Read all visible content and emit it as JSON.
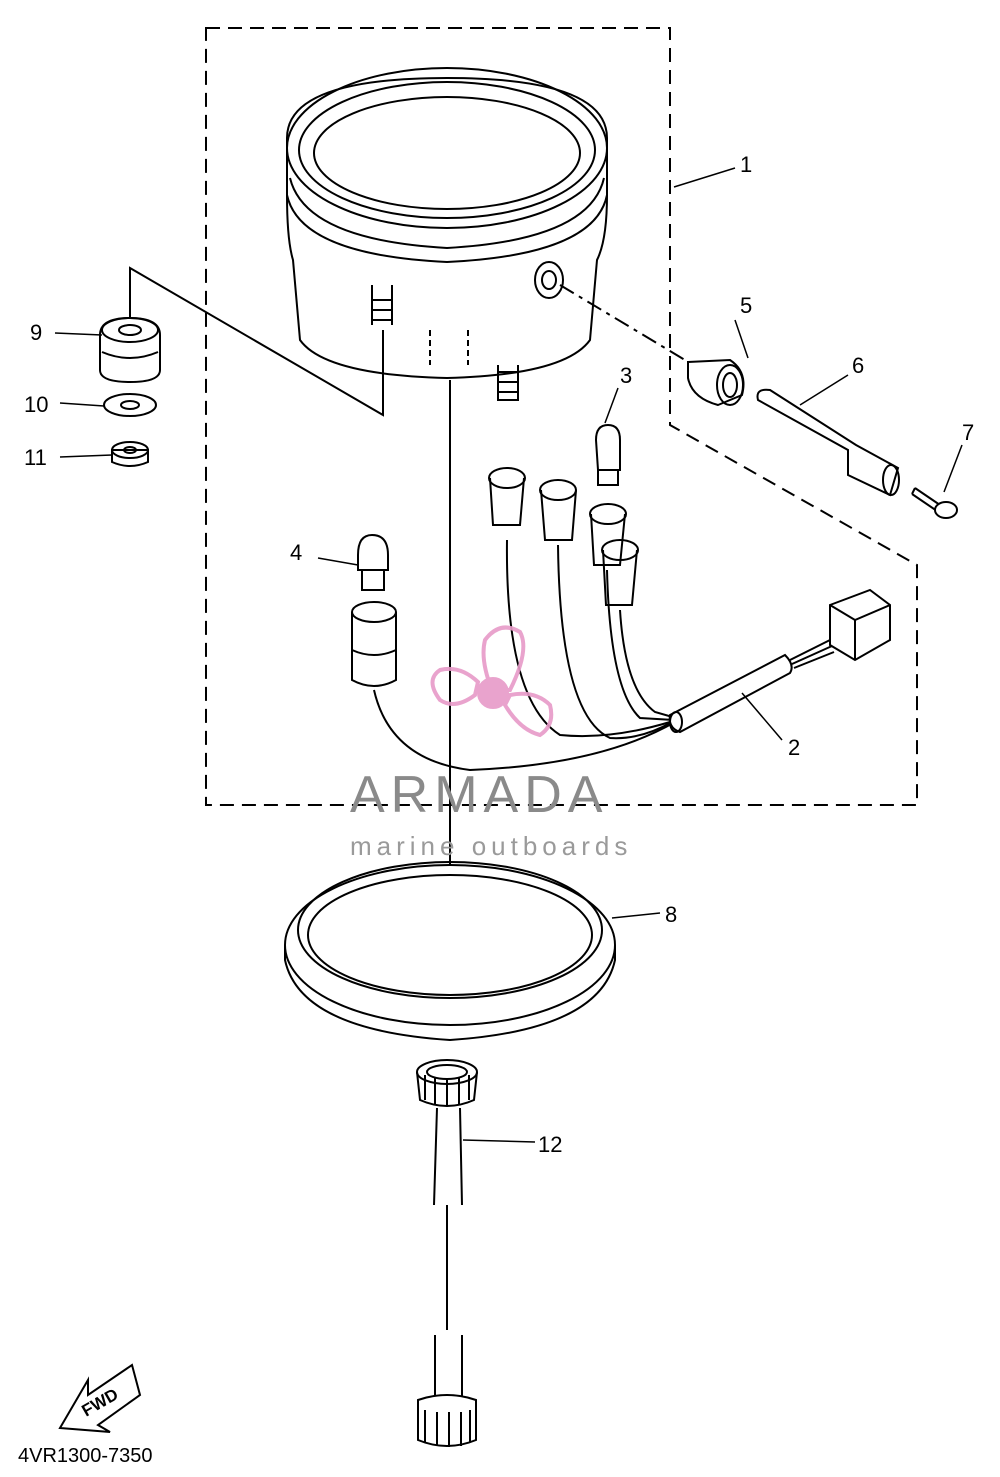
{
  "diagram": {
    "callouts": {
      "p1": "1",
      "p2": "2",
      "p3": "3",
      "p4": "4",
      "p5": "5",
      "p6": "6",
      "p7": "7",
      "p8": "8",
      "p9": "9",
      "p10": "10",
      "p11": "11",
      "p12": "12"
    },
    "part_code": "4VR1300-7350",
    "fwd_label": "FWD"
  },
  "watermark": {
    "brand": "ARMADA",
    "tagline": "marine outboards",
    "colors": {
      "text": "#8a8a8a",
      "logo": "#e79ac8"
    }
  }
}
